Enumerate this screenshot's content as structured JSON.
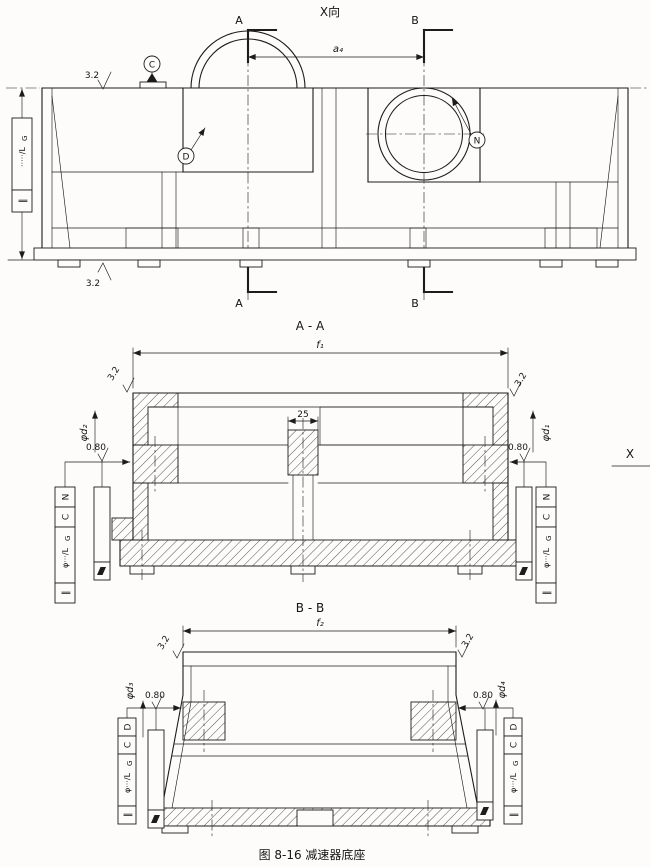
{
  "caption": "图 8-16  减速器底座",
  "front": {
    "view_label": "X向",
    "cut_a": "A",
    "cut_b": "B",
    "dim_center_distance": "a₄",
    "roughness_top": "3.2",
    "roughness_bottom": "3.2",
    "datum_c": "C",
    "datum_d": "D",
    "datum_n": "N",
    "fcf_parallel": "∥",
    "fcf_tol": "·····/L",
    "fcf_tol_sub": "G"
  },
  "section_aa": {
    "view_label": "A - A",
    "dim_width": "f₁",
    "roughness_left": "3.2",
    "roughness_right": "3.2",
    "dim_boss": "25",
    "bore_left": "φd₂",
    "bore_right": "φd₁",
    "bore_roughness_left": "0.80",
    "bore_roughness_right": "0.80",
    "direction_label": "X",
    "fcf": {
      "parallel": "∥",
      "tol": "φ···/L",
      "tol_sub": "G",
      "datum1": "C",
      "datum2": "N"
    }
  },
  "section_bb": {
    "view_label": "B - B",
    "dim_width": "f₂",
    "roughness_left": "3.2",
    "roughness_right": "3.2",
    "bore_left": "φd₃",
    "bore_right": "φd₄",
    "bore_roughness_left": "0.80",
    "bore_roughness_right": "0.80",
    "fcf": {
      "parallel": "∥",
      "tol": "φ···/L",
      "tol_sub": "G",
      "datum1": "C",
      "datum2": "D"
    }
  }
}
